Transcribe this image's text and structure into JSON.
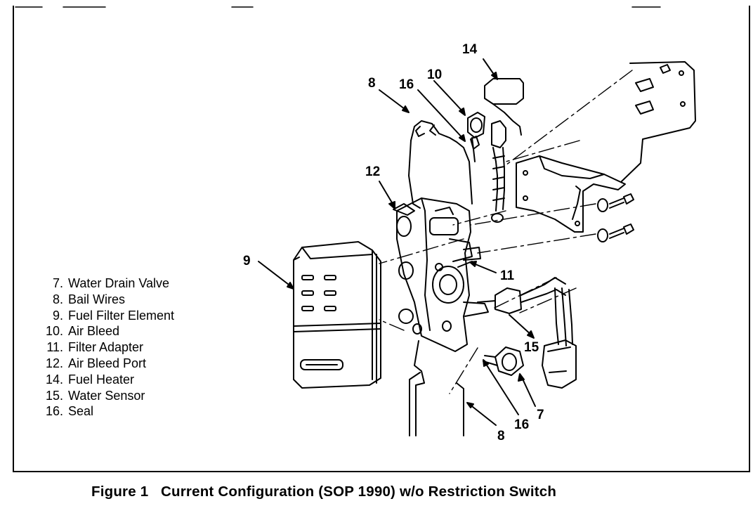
{
  "caption": "Figure 1   Current Configuration (SOP 1990) w/o Restriction Switch",
  "legend": [
    {
      "num": "7.",
      "label": "Water Drain Valve"
    },
    {
      "num": "8.",
      "label": "Bail Wires"
    },
    {
      "num": "9.",
      "label": "Fuel Filter Element"
    },
    {
      "num": "10.",
      "label": "Air Bleed"
    },
    {
      "num": "11.",
      "label": "Filter Adapter"
    },
    {
      "num": "12.",
      "label": "Air Bleed Port"
    },
    {
      "num": "14.",
      "label": "Fuel Heater"
    },
    {
      "num": "15.",
      "label": "Water Sensor"
    },
    {
      "num": "16.",
      "label": "Seal"
    }
  ],
  "callouts": {
    "c14": "14",
    "c10": "10",
    "c16_top": "16",
    "c8_top": "8",
    "c12": "12",
    "c9": "9",
    "c11": "11",
    "c15": "15",
    "c7": "7",
    "c16_bottom": "16",
    "c8_bottom": "8"
  }
}
